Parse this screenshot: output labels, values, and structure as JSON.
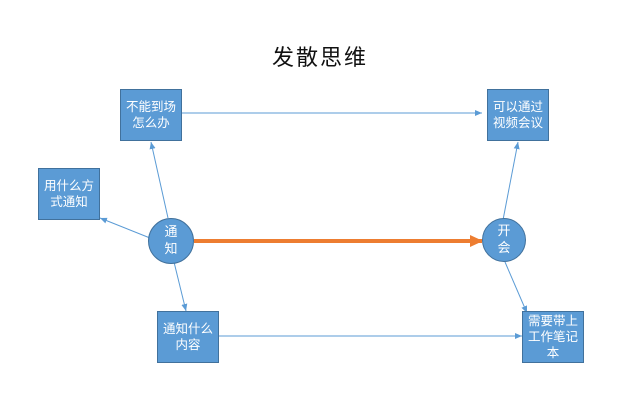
{
  "title": "发散思维",
  "nodes": {
    "notify": "通知",
    "meeting": "开会",
    "cannot_attend": "不能到场怎么办",
    "video_meeting": "可以通过视频会议",
    "notify_method": "用什么方式通知",
    "notify_content": "通知什么内容",
    "bring_notebook": "需要带上工作笔记本"
  },
  "colors": {
    "node_fill": "#5b9bd5",
    "node_border": "#41719c",
    "connector": "#5b9bd5",
    "main_arrow": "#ed7d31"
  }
}
